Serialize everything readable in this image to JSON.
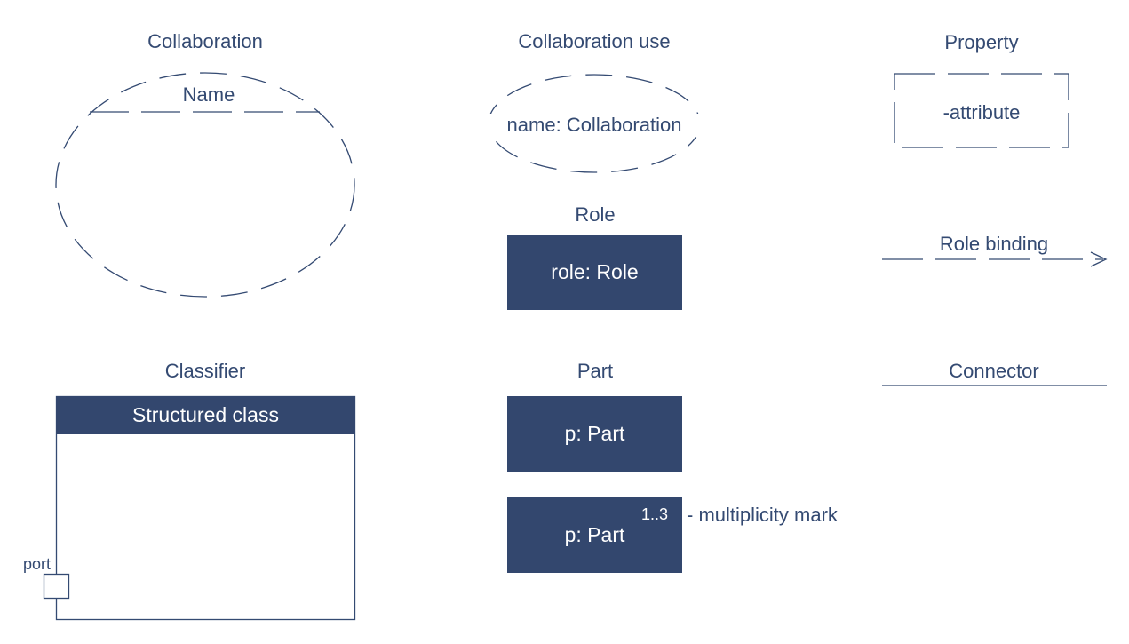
{
  "colors": {
    "shape_fill": "#33476e",
    "stroke": "#344a72",
    "text": "#344a72",
    "text_on_fill": "#ffffff"
  },
  "collaboration": {
    "title": "Collaboration",
    "name_label": "Name"
  },
  "collaboration_use": {
    "title": "Collaboration use",
    "label": "name: Collaboration"
  },
  "property": {
    "title": "Property",
    "label": "-attribute"
  },
  "role": {
    "title": "Role",
    "label": "role: Role"
  },
  "role_binding": {
    "label": "Role binding"
  },
  "classifier": {
    "title": "Classifier",
    "header": "Structured class",
    "port_label": "port"
  },
  "part": {
    "title": "Part",
    "label": "p: Part"
  },
  "part_multiplicity": {
    "label": "p: Part",
    "mark": "1..3",
    "note": "- multiplicity mark"
  },
  "connector": {
    "label": "Connector"
  }
}
